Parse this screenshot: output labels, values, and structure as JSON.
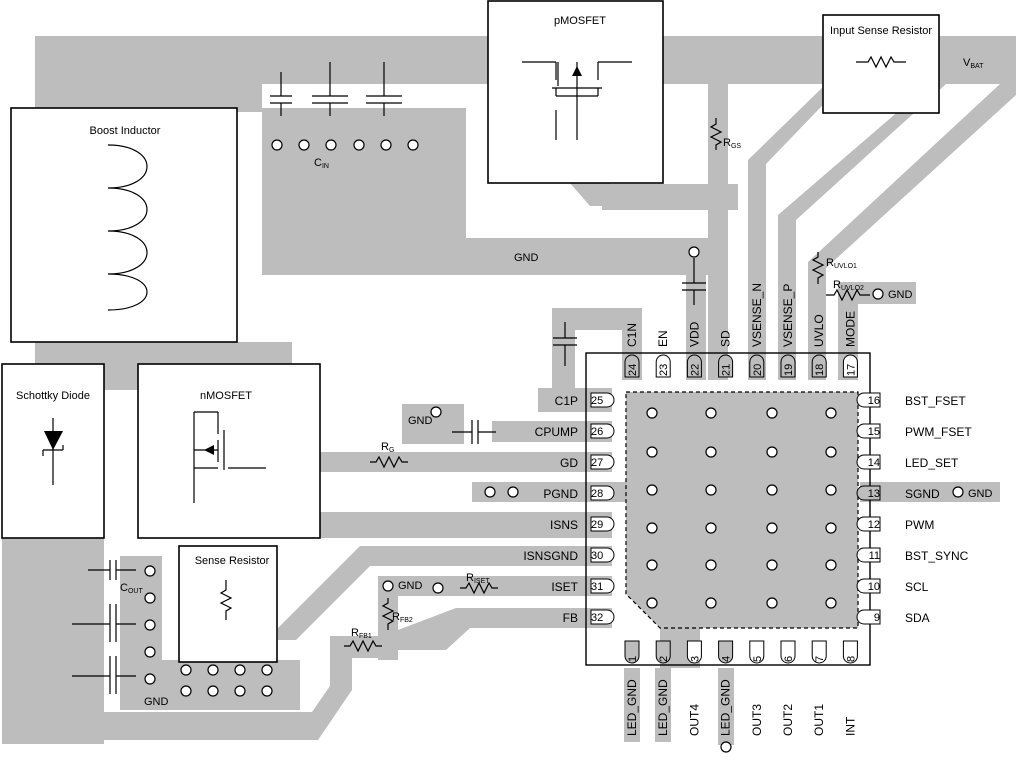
{
  "components": {
    "pmosfet": "pMOSFET",
    "input_sense_resistor": "Input Sense Resistor",
    "boost_inductor": "Boost Inductor",
    "schottky_diode": "Schottky Diode",
    "nmosfet": "nMOSFET",
    "sense_resistor": "Sense Resistor"
  },
  "net_labels": {
    "vbat_main": "V",
    "vbat_sub": "BAT",
    "cin_main": "C",
    "cin_sub": "IN",
    "cout_main": "C",
    "cout_sub": "OUT",
    "gnd_top": "GND",
    "gnd_bottom": "GND",
    "gnd_cpump": "GND",
    "gnd_mode": "GND",
    "gnd_sgnd": "GND",
    "gnd_iset": "GND",
    "rgs_main": "R",
    "rgs_sub": "GS",
    "rg_main": "R",
    "rg_sub": "G",
    "ruvlo1_main": "R",
    "ruvlo1_sub": "UVLO1",
    "ruvlo2_main": "R",
    "ruvlo2_sub": "UVLO2",
    "riset_main": "R",
    "riset_sub": "ISET",
    "rfb1_main": "R",
    "rfb1_sub": "FB1",
    "rfb2_main": "R",
    "rfb2_sub": "FB2"
  },
  "pins_top": [
    {
      "num": "24",
      "name": "C1N"
    },
    {
      "num": "23",
      "name": "EN"
    },
    {
      "num": "22",
      "name": "VDD"
    },
    {
      "num": "21",
      "name": "SD"
    },
    {
      "num": "20",
      "name": "VSENSE_N"
    },
    {
      "num": "19",
      "name": "VSENSE_P"
    },
    {
      "num": "18",
      "name": "UVLO"
    },
    {
      "num": "17",
      "name": "MODE"
    }
  ],
  "pins_left": [
    {
      "num": "25",
      "name": "C1P"
    },
    {
      "num": "26",
      "name": "CPUMP"
    },
    {
      "num": "27",
      "name": "GD"
    },
    {
      "num": "28",
      "name": "PGND"
    },
    {
      "num": "29",
      "name": "ISNS"
    },
    {
      "num": "30",
      "name": "ISNSGND"
    },
    {
      "num": "31",
      "name": "ISET"
    },
    {
      "num": "32",
      "name": "FB"
    }
  ],
  "pins_right": [
    {
      "num": "16",
      "name": "BST_FSET"
    },
    {
      "num": "15",
      "name": "PWM_FSET"
    },
    {
      "num": "14",
      "name": "LED_SET"
    },
    {
      "num": "13",
      "name": "SGND"
    },
    {
      "num": "12",
      "name": "PWM"
    },
    {
      "num": "11",
      "name": "BST_SYNC"
    },
    {
      "num": "10",
      "name": "SCL"
    },
    {
      "num": "9",
      "name": "SDA"
    }
  ],
  "pins_bottom": [
    {
      "num": "1",
      "name": "LED_GND"
    },
    {
      "num": "2",
      "name": "LED_GND"
    },
    {
      "num": "3",
      "name": "OUT4"
    },
    {
      "num": "4",
      "name": "LED_GND"
    },
    {
      "num": "5",
      "name": "OUT3"
    },
    {
      "num": "6",
      "name": "OUT2"
    },
    {
      "num": "7",
      "name": "OUT1"
    },
    {
      "num": "8",
      "name": "INT"
    }
  ]
}
